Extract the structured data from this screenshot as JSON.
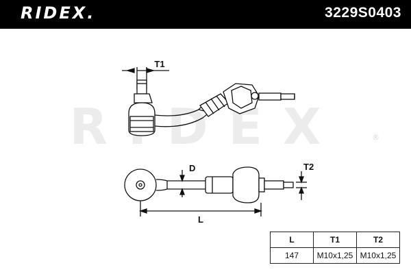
{
  "header": {
    "brand": "RIDEX.",
    "part_number": "3229S0403"
  },
  "drawing": {
    "watermark": "RIDEX",
    "watermark_mark": "®",
    "labels": {
      "t1": "T1",
      "t2": "T2",
      "d": "D",
      "l": "L"
    }
  },
  "spec_table": {
    "headers": [
      "L",
      "T1",
      "T2"
    ],
    "values": [
      "147",
      "M10x1,25",
      "M10x1,25"
    ]
  }
}
